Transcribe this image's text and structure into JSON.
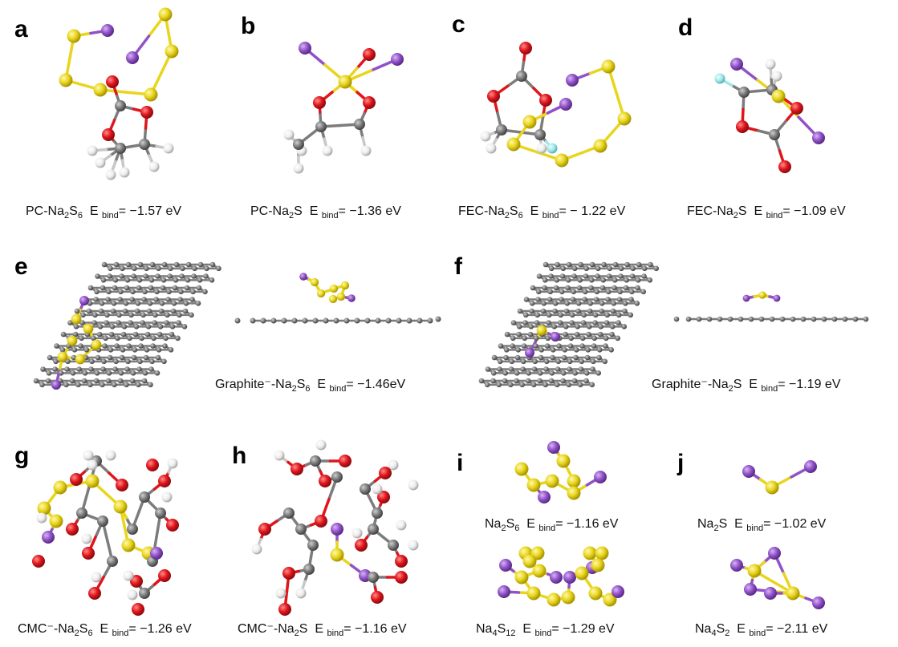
{
  "colors": {
    "sulfur": "#e8d51c",
    "sodium": "#9152c9",
    "oxygen": "#e0151b",
    "carbon": "#7c7c7c",
    "hydrogen": "#ececec",
    "fluorine": "#9fe6ea",
    "bond_s": "#e8d51c",
    "bond_na": "#9152c9"
  },
  "panels": [
    {
      "letter": "a",
      "caption": {
        "pre": "PC-Na",
        "s1": "2",
        "mid": "S",
        "s2": "6",
        "e": "  E ",
        "bind": "bind",
        "val": "= −1.57 eV"
      }
    },
    {
      "letter": "b",
      "caption": {
        "pre": "PC-Na",
        "s1": "2",
        "mid": "S",
        "s2": "",
        "e": "  E ",
        "bind": "bind",
        "val": "= −1.36 eV"
      }
    },
    {
      "letter": "c",
      "caption": {
        "pre": "FEC-Na",
        "s1": "2",
        "mid": "S",
        "s2": "6",
        "e": "  E ",
        "bind": "bind",
        "val": "= − 1.22 eV"
      }
    },
    {
      "letter": "d",
      "caption": {
        "pre": "FEC-Na",
        "s1": "2",
        "mid": "S",
        "s2": "",
        "e": "  E ",
        "bind": "bind",
        "val": "= −1.09 eV"
      }
    },
    {
      "letter": "e",
      "caption": {
        "pre": "Graphite⁻-Na",
        "s1": "2",
        "mid": "S",
        "s2": "6",
        "e": "  E ",
        "bind": "bind",
        "val": "= −1.46eV"
      }
    },
    {
      "letter": "f",
      "caption": {
        "pre": "Graphite⁻-Na",
        "s1": "2",
        "mid": "S",
        "s2": "",
        "e": "  E ",
        "bind": "bind",
        "val": "= −1.19 eV"
      }
    },
    {
      "letter": "g",
      "caption": {
        "pre": "CMC⁻-Na",
        "s1": "2",
        "mid": "S",
        "s2": "6",
        "e": "  E ",
        "bind": "bind",
        "val": "= −1.26 eV"
      }
    },
    {
      "letter": "h",
      "caption": {
        "pre": "CMC⁻-Na",
        "s1": "2",
        "mid": "S",
        "s2": "",
        "e": "  E ",
        "bind": "bind",
        "val": "= −1.16 eV"
      }
    },
    {
      "letter": "i",
      "caption": {
        "pre": "Na",
        "s1": "2",
        "mid": "S",
        "s2": "6",
        "e": "  E ",
        "bind": "bind",
        "val": "= −1.16 eV"
      },
      "caption2": {
        "pre": "Na",
        "s1": "4",
        "mid": "S",
        "s2": "12",
        "e": "  E ",
        "bind": "bind",
        "val": "= −1.29 eV"
      }
    },
    {
      "letter": "j",
      "caption": {
        "pre": "Na",
        "s1": "2",
        "mid": "S",
        "s2": "",
        "e": "  E ",
        "bind": "bind",
        "val": "= −1.02 eV"
      },
      "caption2": {
        "pre": "Na",
        "s1": "4",
        "mid": "S",
        "s2": "2",
        "e": "  E ",
        "bind": "bind",
        "val": "= −2.11 eV"
      }
    }
  ]
}
